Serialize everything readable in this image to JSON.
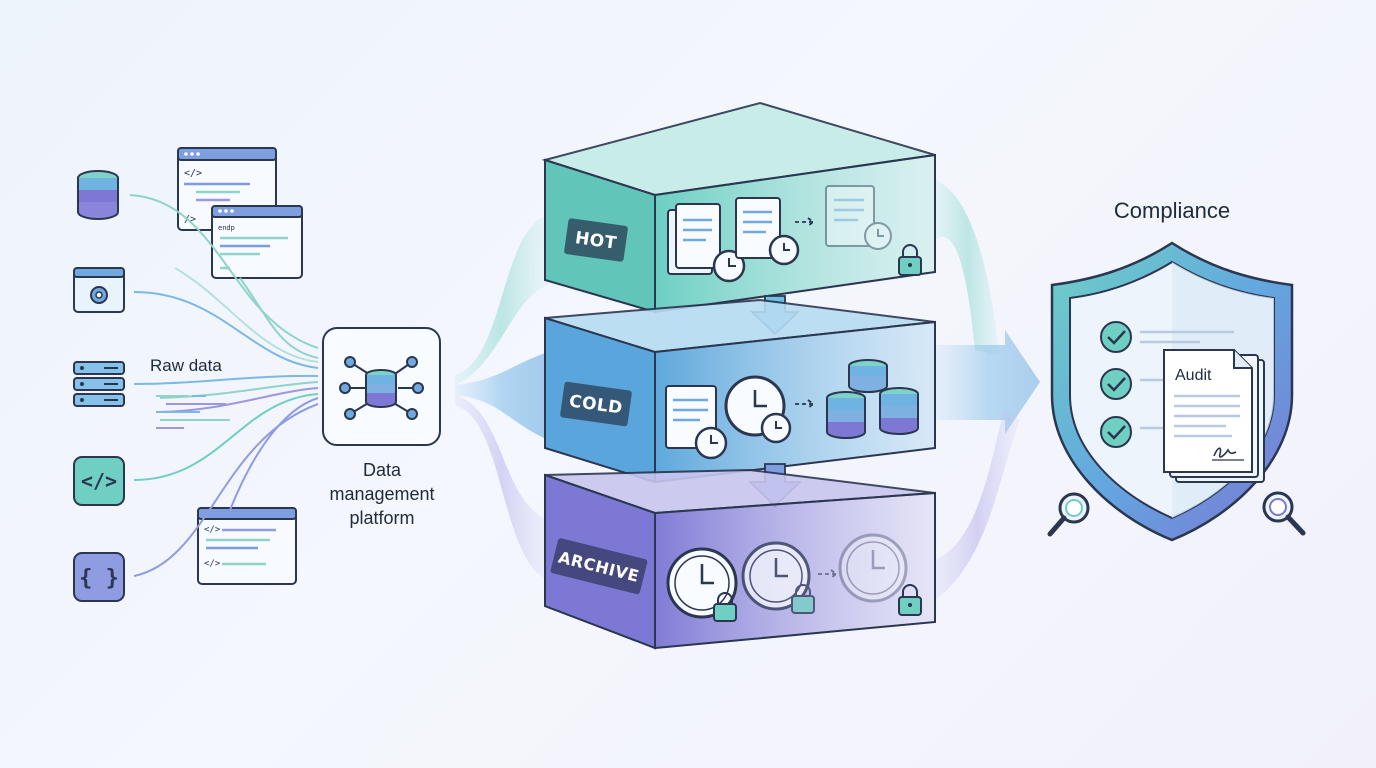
{
  "raw_data_label": "Raw data",
  "platform_label": {
    "line1": "Data",
    "line2": "management",
    "line3": "platform"
  },
  "tiers": [
    {
      "label": "HOT",
      "color": "#5fc8bd"
    },
    {
      "label": "COLD",
      "color": "#5aa9de"
    },
    {
      "label": "ARCHIVE",
      "color": "#7c78d4"
    }
  ],
  "compliance_title": "Compliance",
  "audit_label": "Audit",
  "source_snippets": {
    "code_tag": "</>",
    "close_tag": "/>",
    "endpoint": "endp"
  },
  "source_icons": [
    "database-icon",
    "browser-settings-icon",
    "server-icon",
    "code-icon",
    "braces-icon"
  ],
  "colors": {
    "teal": "#5fc8bd",
    "blue": "#5aa9de",
    "purple": "#7c78d4",
    "ink": "#2b3650"
  }
}
